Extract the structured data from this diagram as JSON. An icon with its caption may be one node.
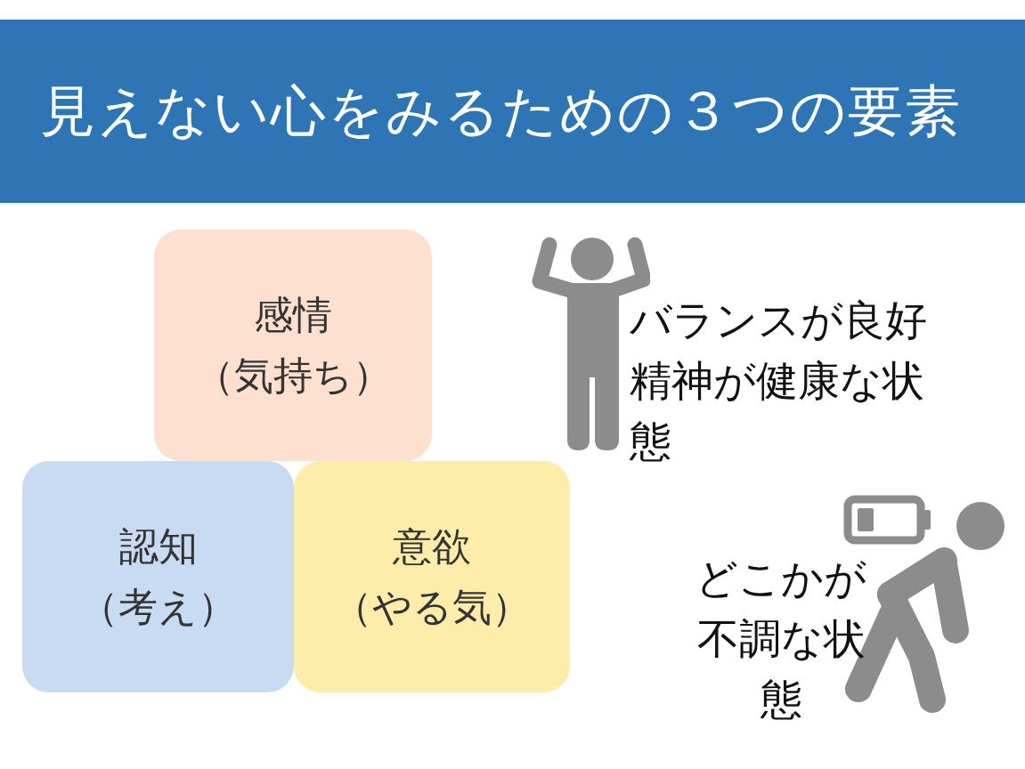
{
  "diagram": {
    "title": "見えない心をみるための３つの要素",
    "nodes": [
      {
        "text": [
          "感情",
          "（気持ち）"
        ]
      },
      {
        "text": [
          "認知",
          "（考え）"
        ]
      },
      {
        "text": [
          "意欲",
          "（やる気）"
        ]
      }
    ],
    "labels": [
      "バランスが良好",
      "精神が健康な状態",
      "どこかが不調な状態"
    ]
  }
}
